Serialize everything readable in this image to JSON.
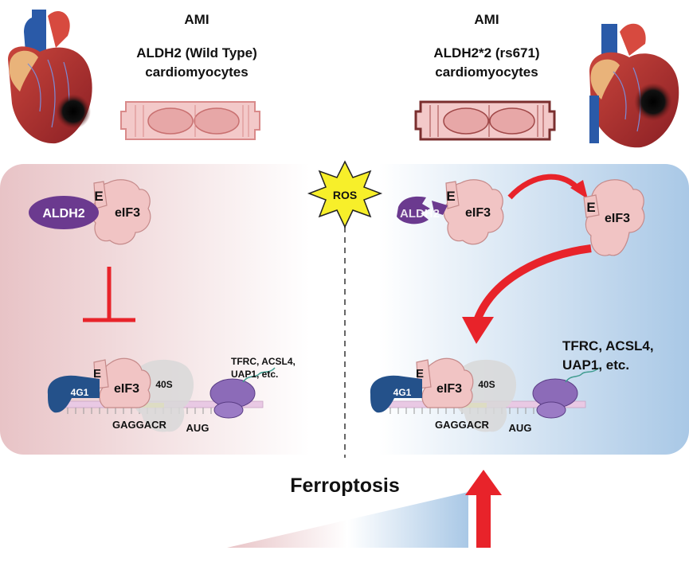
{
  "left": {
    "title": "AMI",
    "line1": "ALDH2 (Wild Type)",
    "line2": "cardiomyocytes",
    "protein_aldh2": "ALDH2",
    "e_label": "E",
    "eif3_label": "eIF3",
    "ribosome": {
      "e": "E",
      "g4g1": "4G1",
      "eif3": "eIF3",
      "s40": "40S",
      "gaggacr": "GAGGACR",
      "aug": "AUG",
      "genes1": "TFRC, ACSL4,",
      "genes2": "UAP1, etc."
    }
  },
  "right": {
    "title": "AMI",
    "line1": "ALDH2*2 (rs671)",
    "line2": "cardiomyocytes",
    "protein_aldh2": "ALDH2",
    "e_label": "E",
    "eif3_label": "eIF3",
    "free_e": "E",
    "free_eif3": "eIF3",
    "ribosome": {
      "e": "E",
      "g4g1": "4G1",
      "eif3": "eIF3",
      "s40": "40S",
      "gaggacr": "GAGGACR",
      "aug": "AUG",
      "genes1": "TFRC, ACSL4,",
      "genes2": "UAP1, etc."
    }
  },
  "ros_label": "ROS",
  "ferroptosis_label": "Ferroptosis",
  "colors": {
    "panel_left": "#e8c3c6",
    "panel_right": "#a9c8e6",
    "arrow_red": "#e8232a",
    "aldh2_purple": "#6b3a8f",
    "eif3_pink": "#f1c4c4",
    "g4g1_blue": "#24518a",
    "ros_yellow": "#f7ef2a",
    "gaggacr_yellow": "#f4f14a"
  }
}
